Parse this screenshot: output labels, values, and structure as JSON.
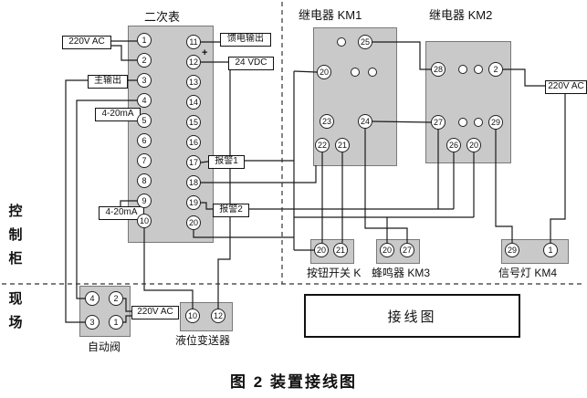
{
  "caption": "图 2  装置接线图",
  "zones": {
    "cabinet": [
      "控",
      "制",
      "柜"
    ],
    "field": [
      "现",
      "场"
    ]
  },
  "secondary_meter": {
    "title": "二次表",
    "left_terminals": [
      "1",
      "2",
      "3",
      "4",
      "5",
      "6",
      "7",
      "8",
      "9",
      "10"
    ],
    "right_terminals": [
      "11",
      "12",
      "13",
      "14",
      "15",
      "16",
      "17",
      "18",
      "19",
      "20"
    ],
    "plus_sign": "+"
  },
  "labels": {
    "ac_top": "220V AC",
    "feed_output": "馈电输出",
    "dc": "24 VDC",
    "main_output": "主输出",
    "ma_top": "4-20mA",
    "ma_bottom": "4-20mA",
    "alarm1": "报警1",
    "alarm2": "报警2",
    "ac_right": "220V AC",
    "ac_bottom": "220V AC"
  },
  "relay_km1": {
    "title": "继电器 KM1",
    "terminals": [
      "25",
      "20",
      "23",
      "24",
      "22",
      "21"
    ]
  },
  "relay_km2": {
    "title": "继电器 KM2",
    "terminals": [
      "28",
      "2",
      "27",
      "29",
      "26",
      "20"
    ]
  },
  "button_switch": {
    "label": "按钮开关 K",
    "terminals": [
      "20",
      "21"
    ]
  },
  "buzzer": {
    "label": "蜂鸣器 KM3",
    "terminals": [
      "20",
      "27"
    ]
  },
  "signal_lamp": {
    "label": "信号灯 KM4",
    "terminals": [
      "29",
      "1"
    ]
  },
  "auto_valve": {
    "label": "自动阀",
    "terminals": [
      "4",
      "2",
      "3",
      "1"
    ]
  },
  "level_transmitter": {
    "label": "液位变送器",
    "terminals": [
      "10",
      "12"
    ]
  },
  "junction_box": {
    "label": "接线图"
  },
  "colors": {
    "block_fill": "#c9c9c9",
    "line": "#1a1a1a",
    "dashed": "#333333"
  }
}
